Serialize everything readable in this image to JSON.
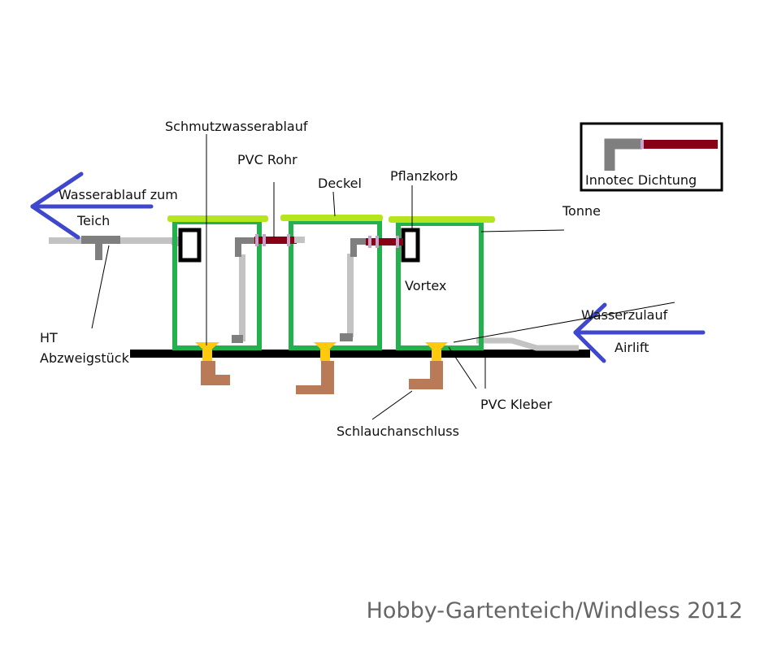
{
  "labels": {
    "schmutzwasserablauf": "Schmutzwasserablauf",
    "pvc_rohr": "PVC Rohr",
    "deckel": "Deckel",
    "pflanzkorb": "Pflanzkorb",
    "tonne": "Tonne",
    "wasserablauf_line1": "Wasserablauf zum",
    "wasserablauf_line2": "Teich",
    "vortex": "Vortex",
    "wasserzulauf": "Wasserzulauf",
    "airlift": "Airlift",
    "ht_line1": "HT",
    "ht_line2": "Abzweigstück",
    "pvc_kleber": "PVC Kleber",
    "schlauchanschluss": "Schlauchanschluss"
  },
  "legend": {
    "innotec": "Innotec Dichtung"
  },
  "watermark": "Hobby-Gartenteich/Windless 2012",
  "colors": {
    "barrel": "#22b14c",
    "lid": "#b5e61d",
    "pipe_light": "#c3c3c3",
    "pipe_dark": "#7f7f7f",
    "seal": "#880015",
    "flow_arrow": "#3f48cc",
    "hose_connector": "#b97a57",
    "glue": "#ffc90e",
    "base": "#000000"
  }
}
